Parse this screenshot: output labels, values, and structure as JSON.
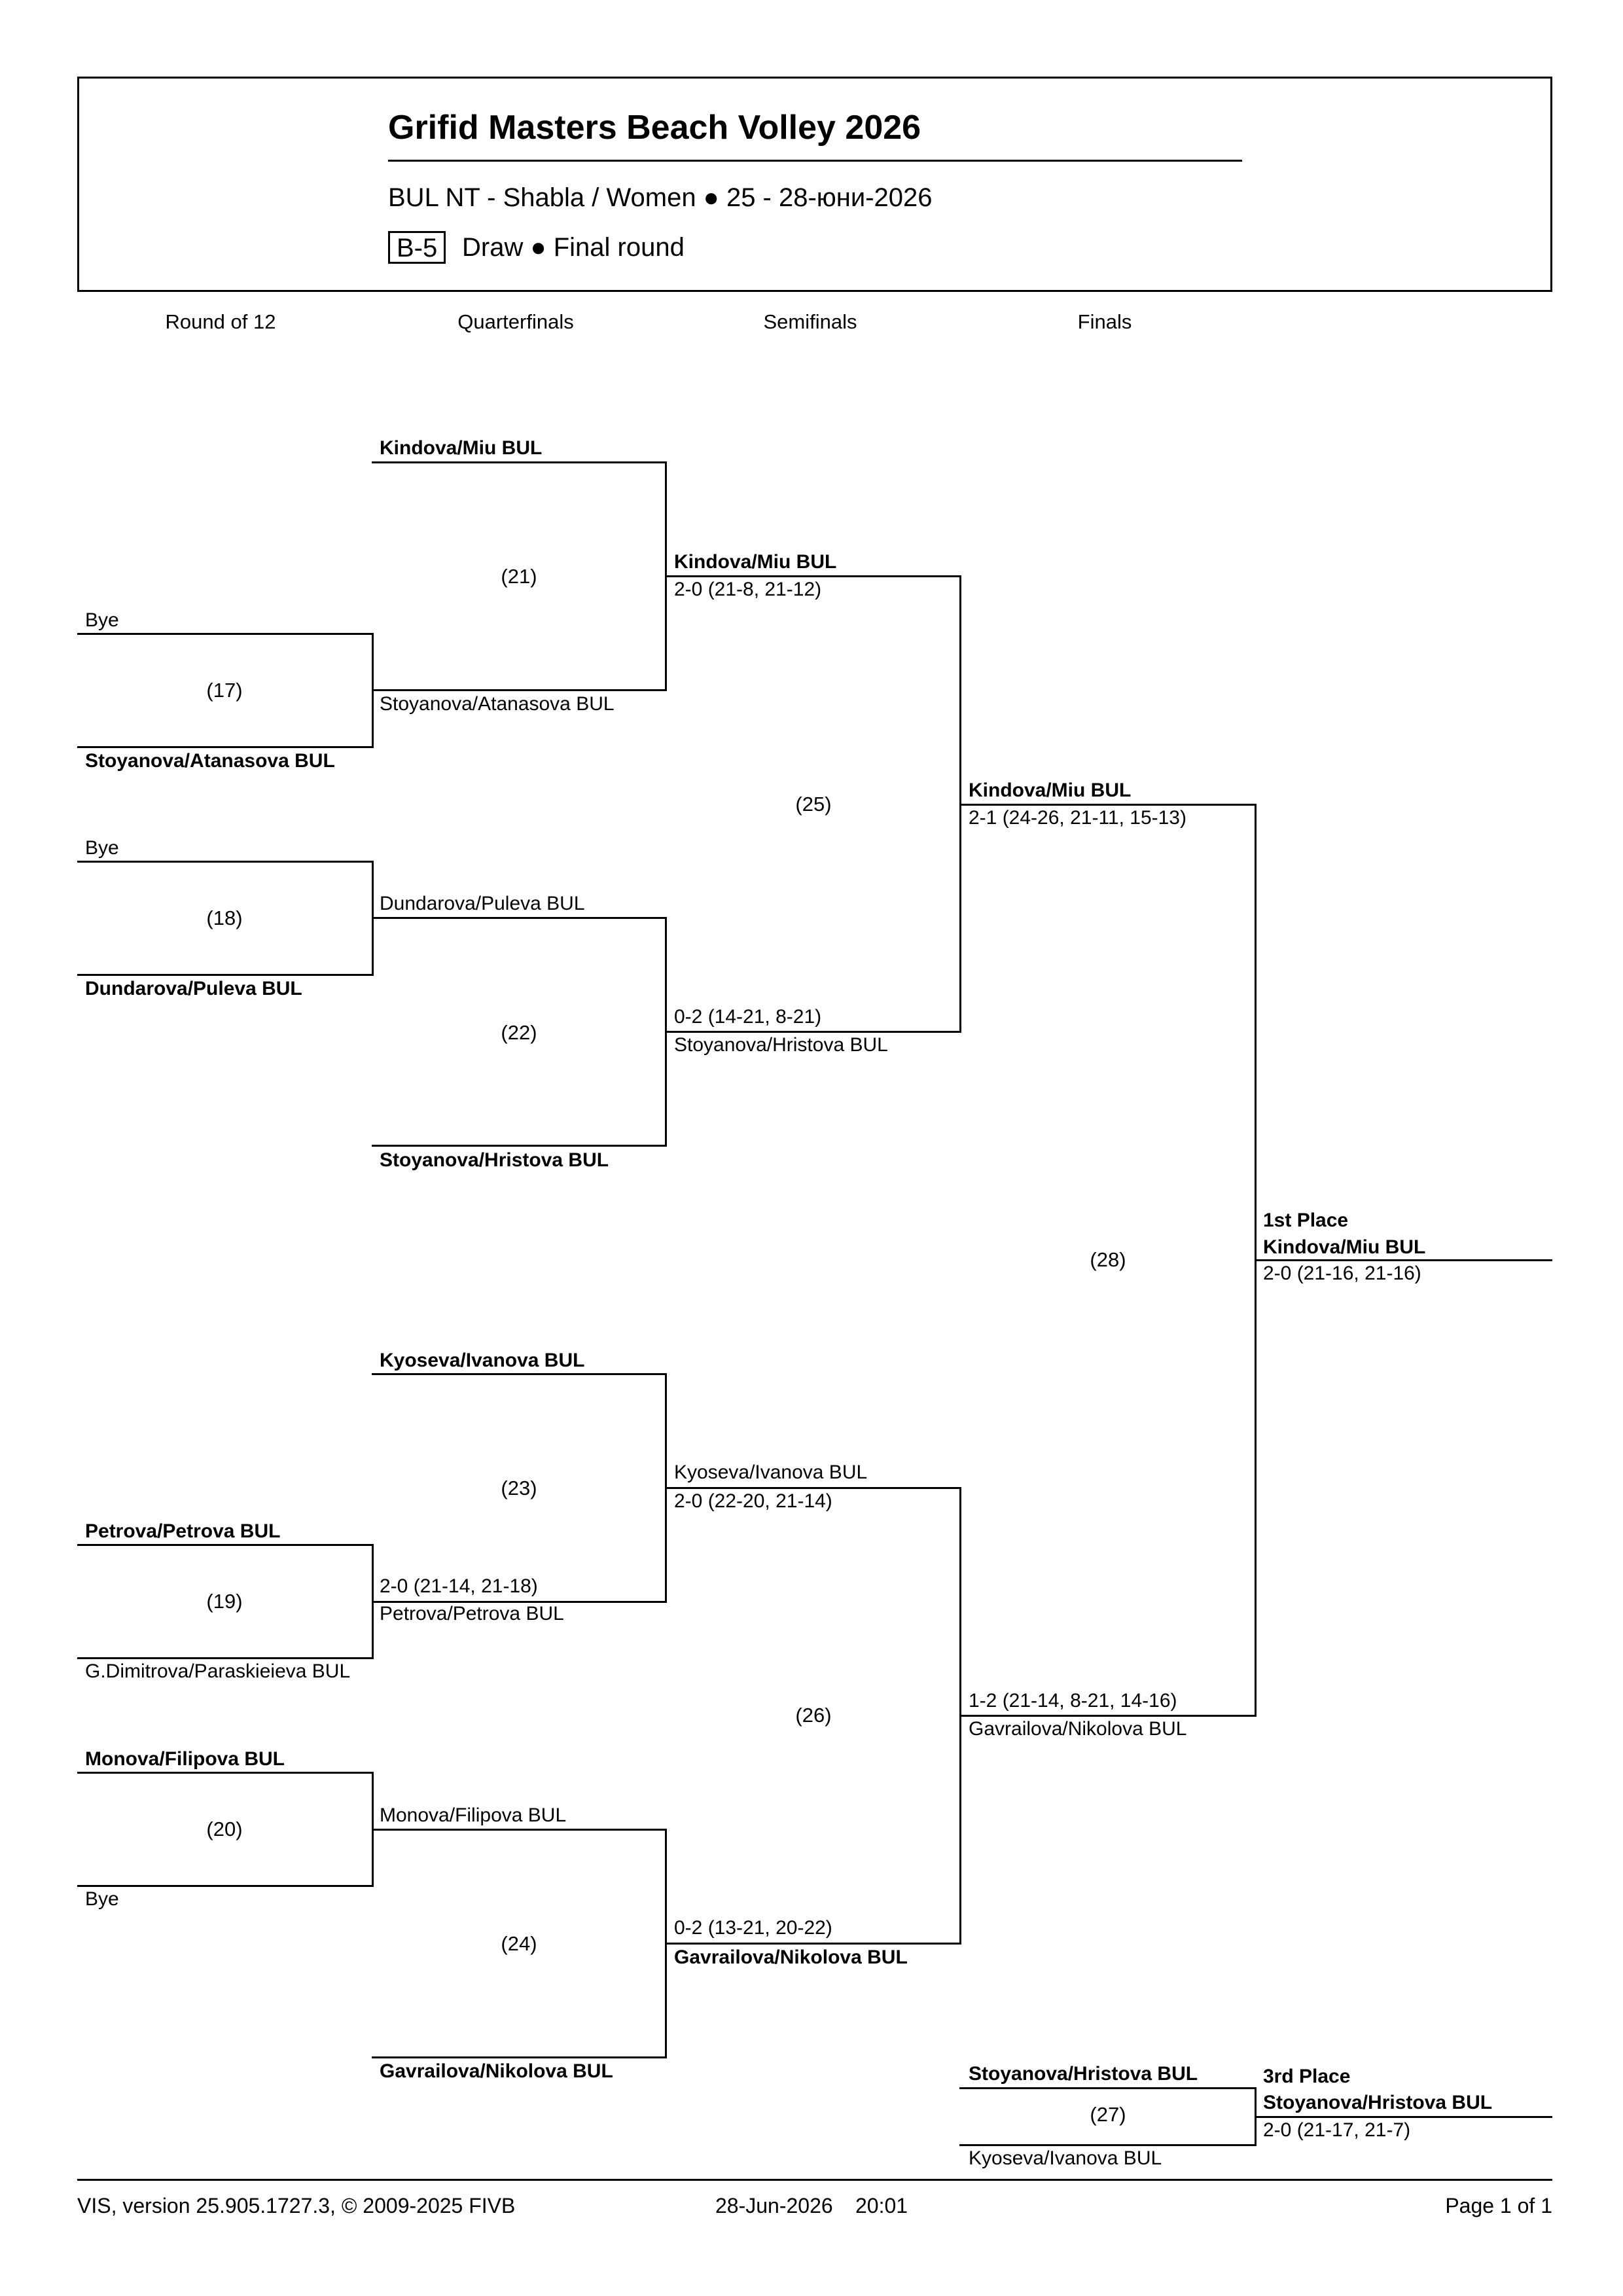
{
  "header": {
    "title": "Grifid Masters Beach Volley 2026",
    "subtitle": "BUL NT - Shabla / Women ● 25 - 28-юни-2026",
    "code": "B-5",
    "phase": "Draw ● Final round"
  },
  "rounds": [
    "Round of 12",
    "Quarterfinals",
    "Semifinals",
    "Finals"
  ],
  "round_of_12": {
    "m17": {
      "number": "(17)",
      "top": "Bye",
      "bottom": "Stoyanova/Atanasova BUL"
    },
    "m18": {
      "number": "(18)",
      "top": "Bye",
      "bottom": "Dundarova/Puleva BUL"
    },
    "m19": {
      "number": "(19)",
      "top": "Petrova/Petrova BUL",
      "bottom": "G.Dimitrova/Paraskieieva BUL"
    },
    "m20": {
      "number": "(20)",
      "top": "Monova/Filipova BUL",
      "bottom": "Bye"
    }
  },
  "quarterfinals": {
    "m21": {
      "number": "(21)",
      "top": "Kindova/Miu BUL",
      "bottom_winner": "Stoyanova/Atanasova BUL"
    },
    "m22": {
      "number": "(22)",
      "top_winner": "Dundarova/Puleva BUL",
      "bottom": "Stoyanova/Hristova BUL"
    },
    "m23": {
      "number": "(23)",
      "top": "Kyoseva/Ivanova BUL",
      "bottom_score": "2-0 (21-14, 21-18)",
      "bottom_winner": "Petrova/Petrova BUL"
    },
    "m24": {
      "number": "(24)",
      "top_winner": "Monova/Filipova BUL",
      "bottom": "Gavrailova/Nikolova BUL"
    }
  },
  "semifinals": {
    "m25": {
      "number": "(25)",
      "top_winner": "Kindova/Miu BUL",
      "top_score": "2-0 (21-8, 21-12)",
      "bottom_score": "0-2 (14-21, 8-21)",
      "bottom_winner": "Stoyanova/Hristova BUL"
    },
    "m26": {
      "number": "(26)",
      "top_winner": "Kyoseva/Ivanova BUL",
      "top_score": "2-0 (22-20, 21-14)",
      "bottom_score": "0-2 (13-21, 20-22)",
      "bottom_winner": "Gavrailova/Nikolova BUL"
    }
  },
  "finals": {
    "m28": {
      "number": "(28)",
      "top_winner": "Kindova/Miu BUL",
      "top_score": "2-1 (24-26, 21-11, 15-13)",
      "bottom_score": "1-2 (21-14, 8-21, 14-16)",
      "bottom_winner": "Gavrailova/Nikolova BUL"
    },
    "first_place": {
      "label": "1st Place",
      "team": "Kindova/Miu BUL",
      "score": "2-0 (21-16, 21-16)"
    },
    "m27": {
      "number": "(27)",
      "top": "Stoyanova/Hristova BUL",
      "bottom": "Kyoseva/Ivanova BUL"
    },
    "third_place": {
      "label": "3rd Place",
      "team": "Stoyanova/Hristova BUL",
      "score": "2-0 (21-17, 21-7)"
    }
  },
  "footer": {
    "version": "VIS, version 25.905.1727.3, © 2009-2025 FIVB",
    "date": "28-Jun-2026",
    "time": "20:01",
    "page": "Page 1 of 1"
  }
}
